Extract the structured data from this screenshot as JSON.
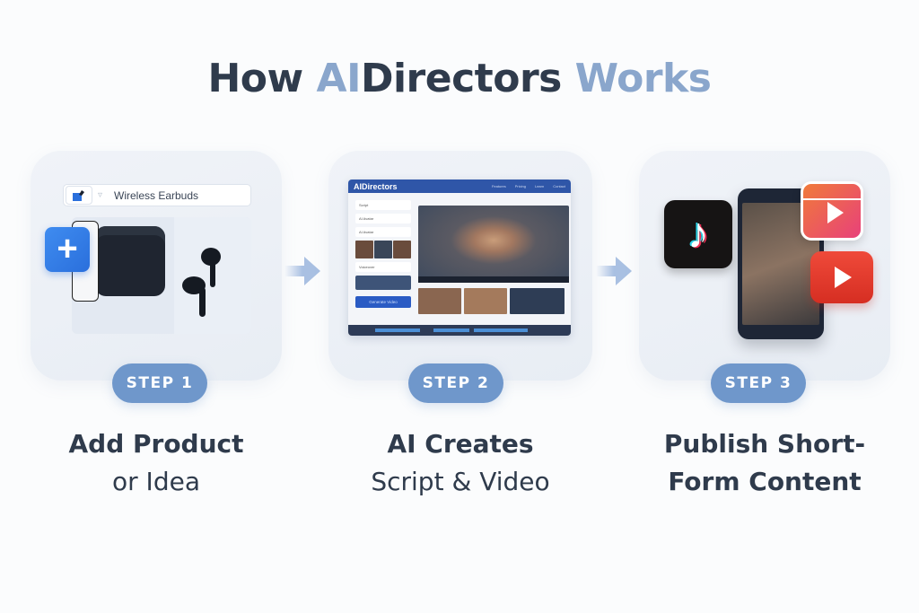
{
  "header": {
    "title_part1": "How ",
    "title_accent": "AI",
    "title_part2": "Directors ",
    "title_part3": "Works"
  },
  "steps": [
    {
      "badge": "STEP 1",
      "title_bold": "Add Product",
      "title_light": "or Idea",
      "illustration": {
        "search_value": "Wireless Earbuds",
        "icons": [
          "brand-logo-icon",
          "mic-icon",
          "plus-icon",
          "earbuds-case",
          "earbuds",
          "phone"
        ]
      }
    },
    {
      "badge": "STEP 2",
      "title_bold": "AI Creates",
      "title_light": "Script & Video",
      "illustration": {
        "app_name": "AIDirectors",
        "nav_items": [
          "Features",
          "Pricing",
          "Learn",
          "Contact"
        ],
        "sidebar_items": [
          "Script",
          "AI Avatar",
          "AI Avatar",
          "Voiceover"
        ],
        "generate_button": "Generate Video"
      }
    },
    {
      "badge": "STEP 3",
      "title_bold": "Publish Short-",
      "title_light": "Form Content",
      "illustration": {
        "platform_icons": [
          "tiktok-icon",
          "reels-icon",
          "youtube-shorts-icon"
        ]
      }
    }
  ],
  "colors": {
    "heading": "#2f3b4c",
    "accent": "#8aa6cc",
    "badge": "#6f97cb",
    "card_bg": "#edf1f6",
    "arrow": "#a9c0e2"
  }
}
